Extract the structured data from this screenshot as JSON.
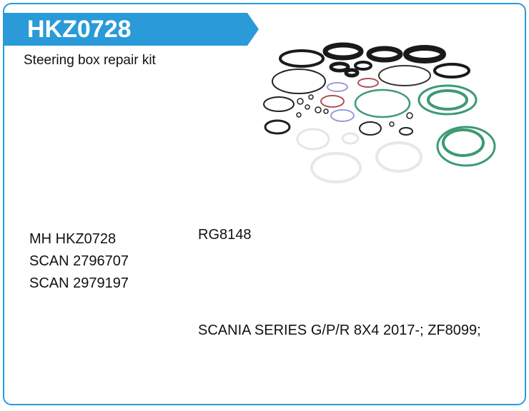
{
  "header": {
    "part_number": "HKZ0728"
  },
  "product": {
    "description": "Steering box repair kit"
  },
  "cross_references": [
    "MH HKZ0728",
    "SCAN 2796707",
    "SCAN 2979197"
  ],
  "ref_code": "RG8148",
  "application": "SCANIA SERIES G/P/R 8X4 2017-; ZF8099;",
  "colors": {
    "accent": "#2a9ad8"
  },
  "image": {
    "icon": "seal-kit-photo"
  }
}
